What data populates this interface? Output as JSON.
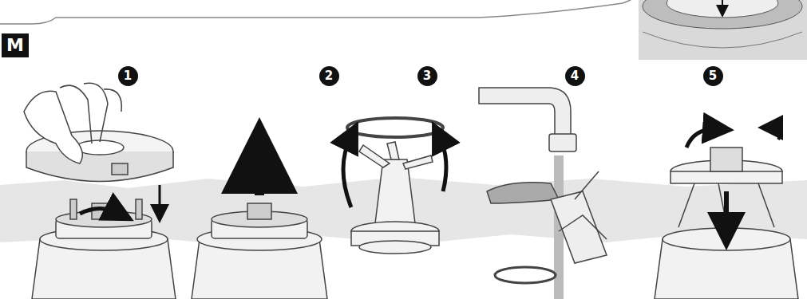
{
  "diagram": {
    "nodes": [
      {
        "text": [
          "M"
        ]
      },
      {
        "text": [
          "1"
        ]
      },
      {
        "text": [
          "2"
        ]
      },
      {
        "text": [
          "3"
        ]
      },
      {
        "text": [
          "4"
        ]
      },
      {
        "text": [
          "5"
        ]
      }
    ]
  }
}
